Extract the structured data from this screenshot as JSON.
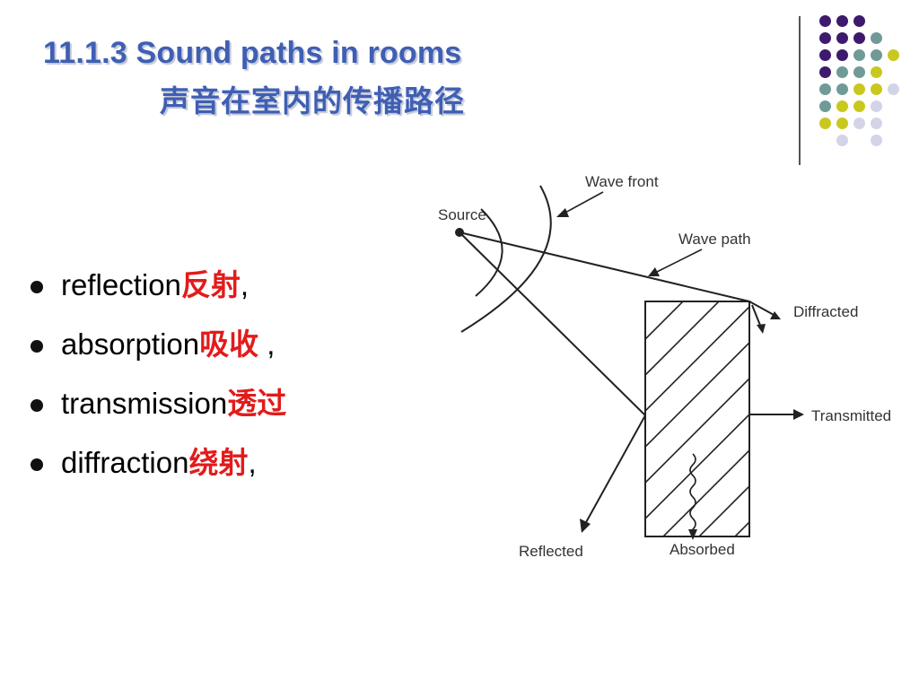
{
  "title": {
    "english": "11.1.3  Sound paths in rooms",
    "chinese": "声音在室内的传播路径"
  },
  "palette": {
    "title": "#3f5fb4",
    "highlight": "#e21b1b",
    "dots": [
      "#3d1a6e",
      "#6f9a98",
      "#c8c81f",
      "#d4d4e8"
    ]
  },
  "bullets": [
    {
      "text": "reflection",
      "zh": "反射",
      "suffix": ","
    },
    {
      "text": "absorption",
      "zh": "吸收",
      "suffix": " ,"
    },
    {
      "text": "transmission",
      "zh": "透过",
      "suffix": ""
    },
    {
      "text": "diffraction",
      "zh": "绕射",
      "suffix": ","
    }
  ],
  "diagram": {
    "source": "Source",
    "wave_front": "Wave front",
    "wave_path": "Wave path",
    "diffracted": "Diffracted",
    "transmitted": "Transmitted",
    "reflected": "Reflected",
    "absorbed": "Absorbed"
  }
}
